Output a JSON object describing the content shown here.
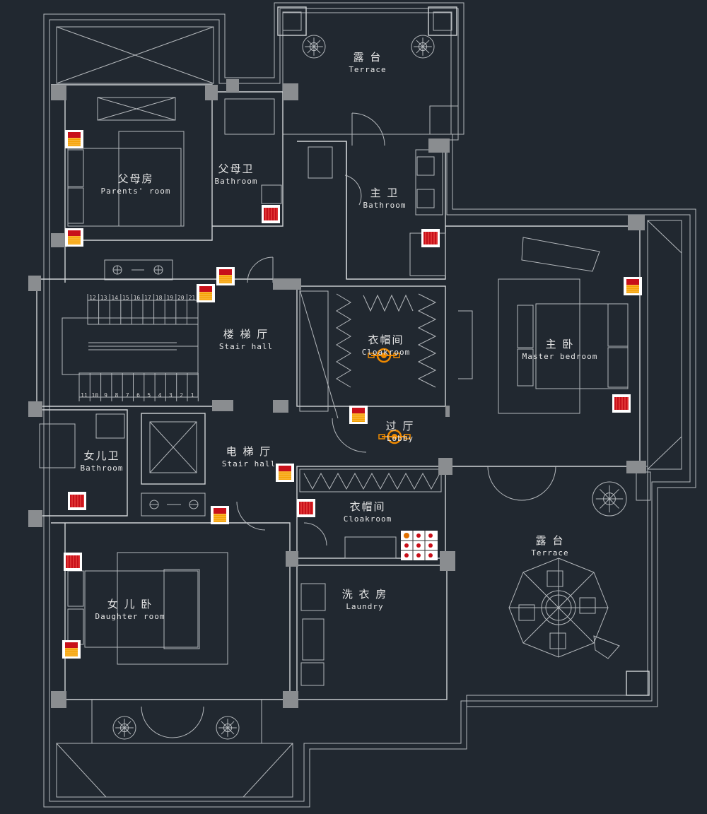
{
  "rooms": [
    {
      "id": "terrace-top",
      "zh": "露 台",
      "en": "Terrace"
    },
    {
      "id": "parents-room",
      "zh": "父母房",
      "en": "Parents' room"
    },
    {
      "id": "parents-bath",
      "zh": "父母卫",
      "en": "Bathroom"
    },
    {
      "id": "master-bath",
      "zh": "主 卫",
      "en": "Bathroom"
    },
    {
      "id": "stair-hall",
      "zh": "楼 梯 厅",
      "en": "Stair hall"
    },
    {
      "id": "cloakroom-top",
      "zh": "衣帽间",
      "en": "Cloakroom"
    },
    {
      "id": "master-bedroom",
      "zh": "主 卧",
      "en": "Master bedroom"
    },
    {
      "id": "lobby",
      "zh": "过 厅",
      "en": "Lobby"
    },
    {
      "id": "daughter-bath",
      "zh": "女儿卫",
      "en": "Bathroom"
    },
    {
      "id": "elevator-hall",
      "zh": "电 梯 厅",
      "en": "Stair hall"
    },
    {
      "id": "cloakroom-bottom",
      "zh": "衣帽间",
      "en": "Cloakroom"
    },
    {
      "id": "terrace-right",
      "zh": "露 台",
      "en": "Terrace"
    },
    {
      "id": "laundry",
      "zh": "洗 衣 房",
      "en": "Laundry"
    },
    {
      "id": "daughter-room",
      "zh": "女 儿 卧",
      "en": "Daughter room"
    }
  ],
  "stair_steps_top": [
    "12",
    "13",
    "14",
    "15",
    "16",
    "17",
    "18",
    "19",
    "20",
    "21"
  ],
  "stair_steps_bottom": [
    "11",
    "10",
    "9",
    "8",
    "7",
    "6",
    "5",
    "4",
    "3",
    "2",
    "1"
  ],
  "colors": {
    "background": "#212830",
    "wall": "#b4b8bc",
    "column": "#8a8d90",
    "text": "#e6e6e6",
    "heater_light": "#f5a000",
    "heater_dark": "#c8101a",
    "lamp": "#f08a00"
  },
  "icons": [
    "heater-icon",
    "ceiling-lamp-icon",
    "control-panel-icon",
    "tree-icon",
    "umbrella-table-icon"
  ]
}
